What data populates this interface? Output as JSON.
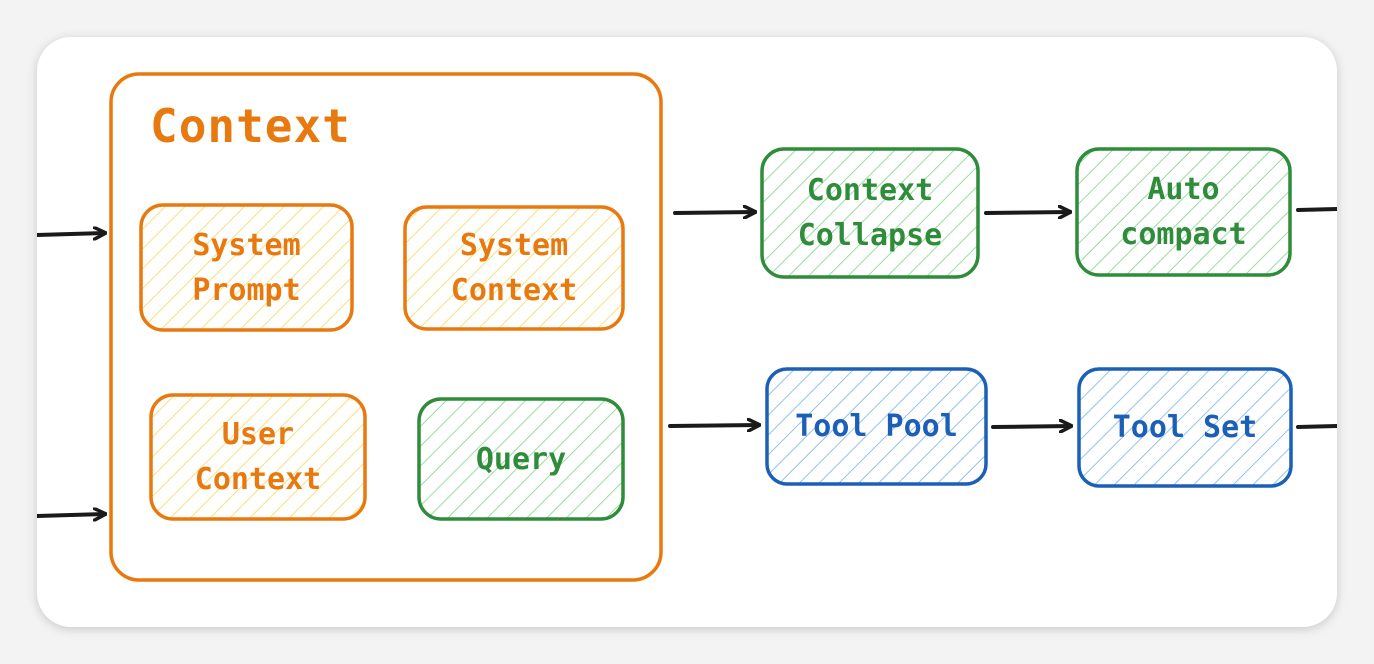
{
  "colors": {
    "orange": "#e8790f",
    "orange_fill": "#f7df7a",
    "green": "#2f8c3a",
    "green_fill": "#9fe0a6",
    "blue": "#1c5fb8",
    "blue_fill": "#9ccbf0",
    "arrow": "#1a1a1a"
  },
  "context": {
    "title": "Context",
    "system_prompt": "System\nPrompt",
    "system_context": "System\nContext",
    "user_context": "User\nContext",
    "query": "Query"
  },
  "pipeline": {
    "context_collapse": "Context\nCollapse",
    "auto_compact": "Auto\ncompact",
    "tool_pool": "Tool Pool",
    "tool_set": "Tool Set"
  }
}
